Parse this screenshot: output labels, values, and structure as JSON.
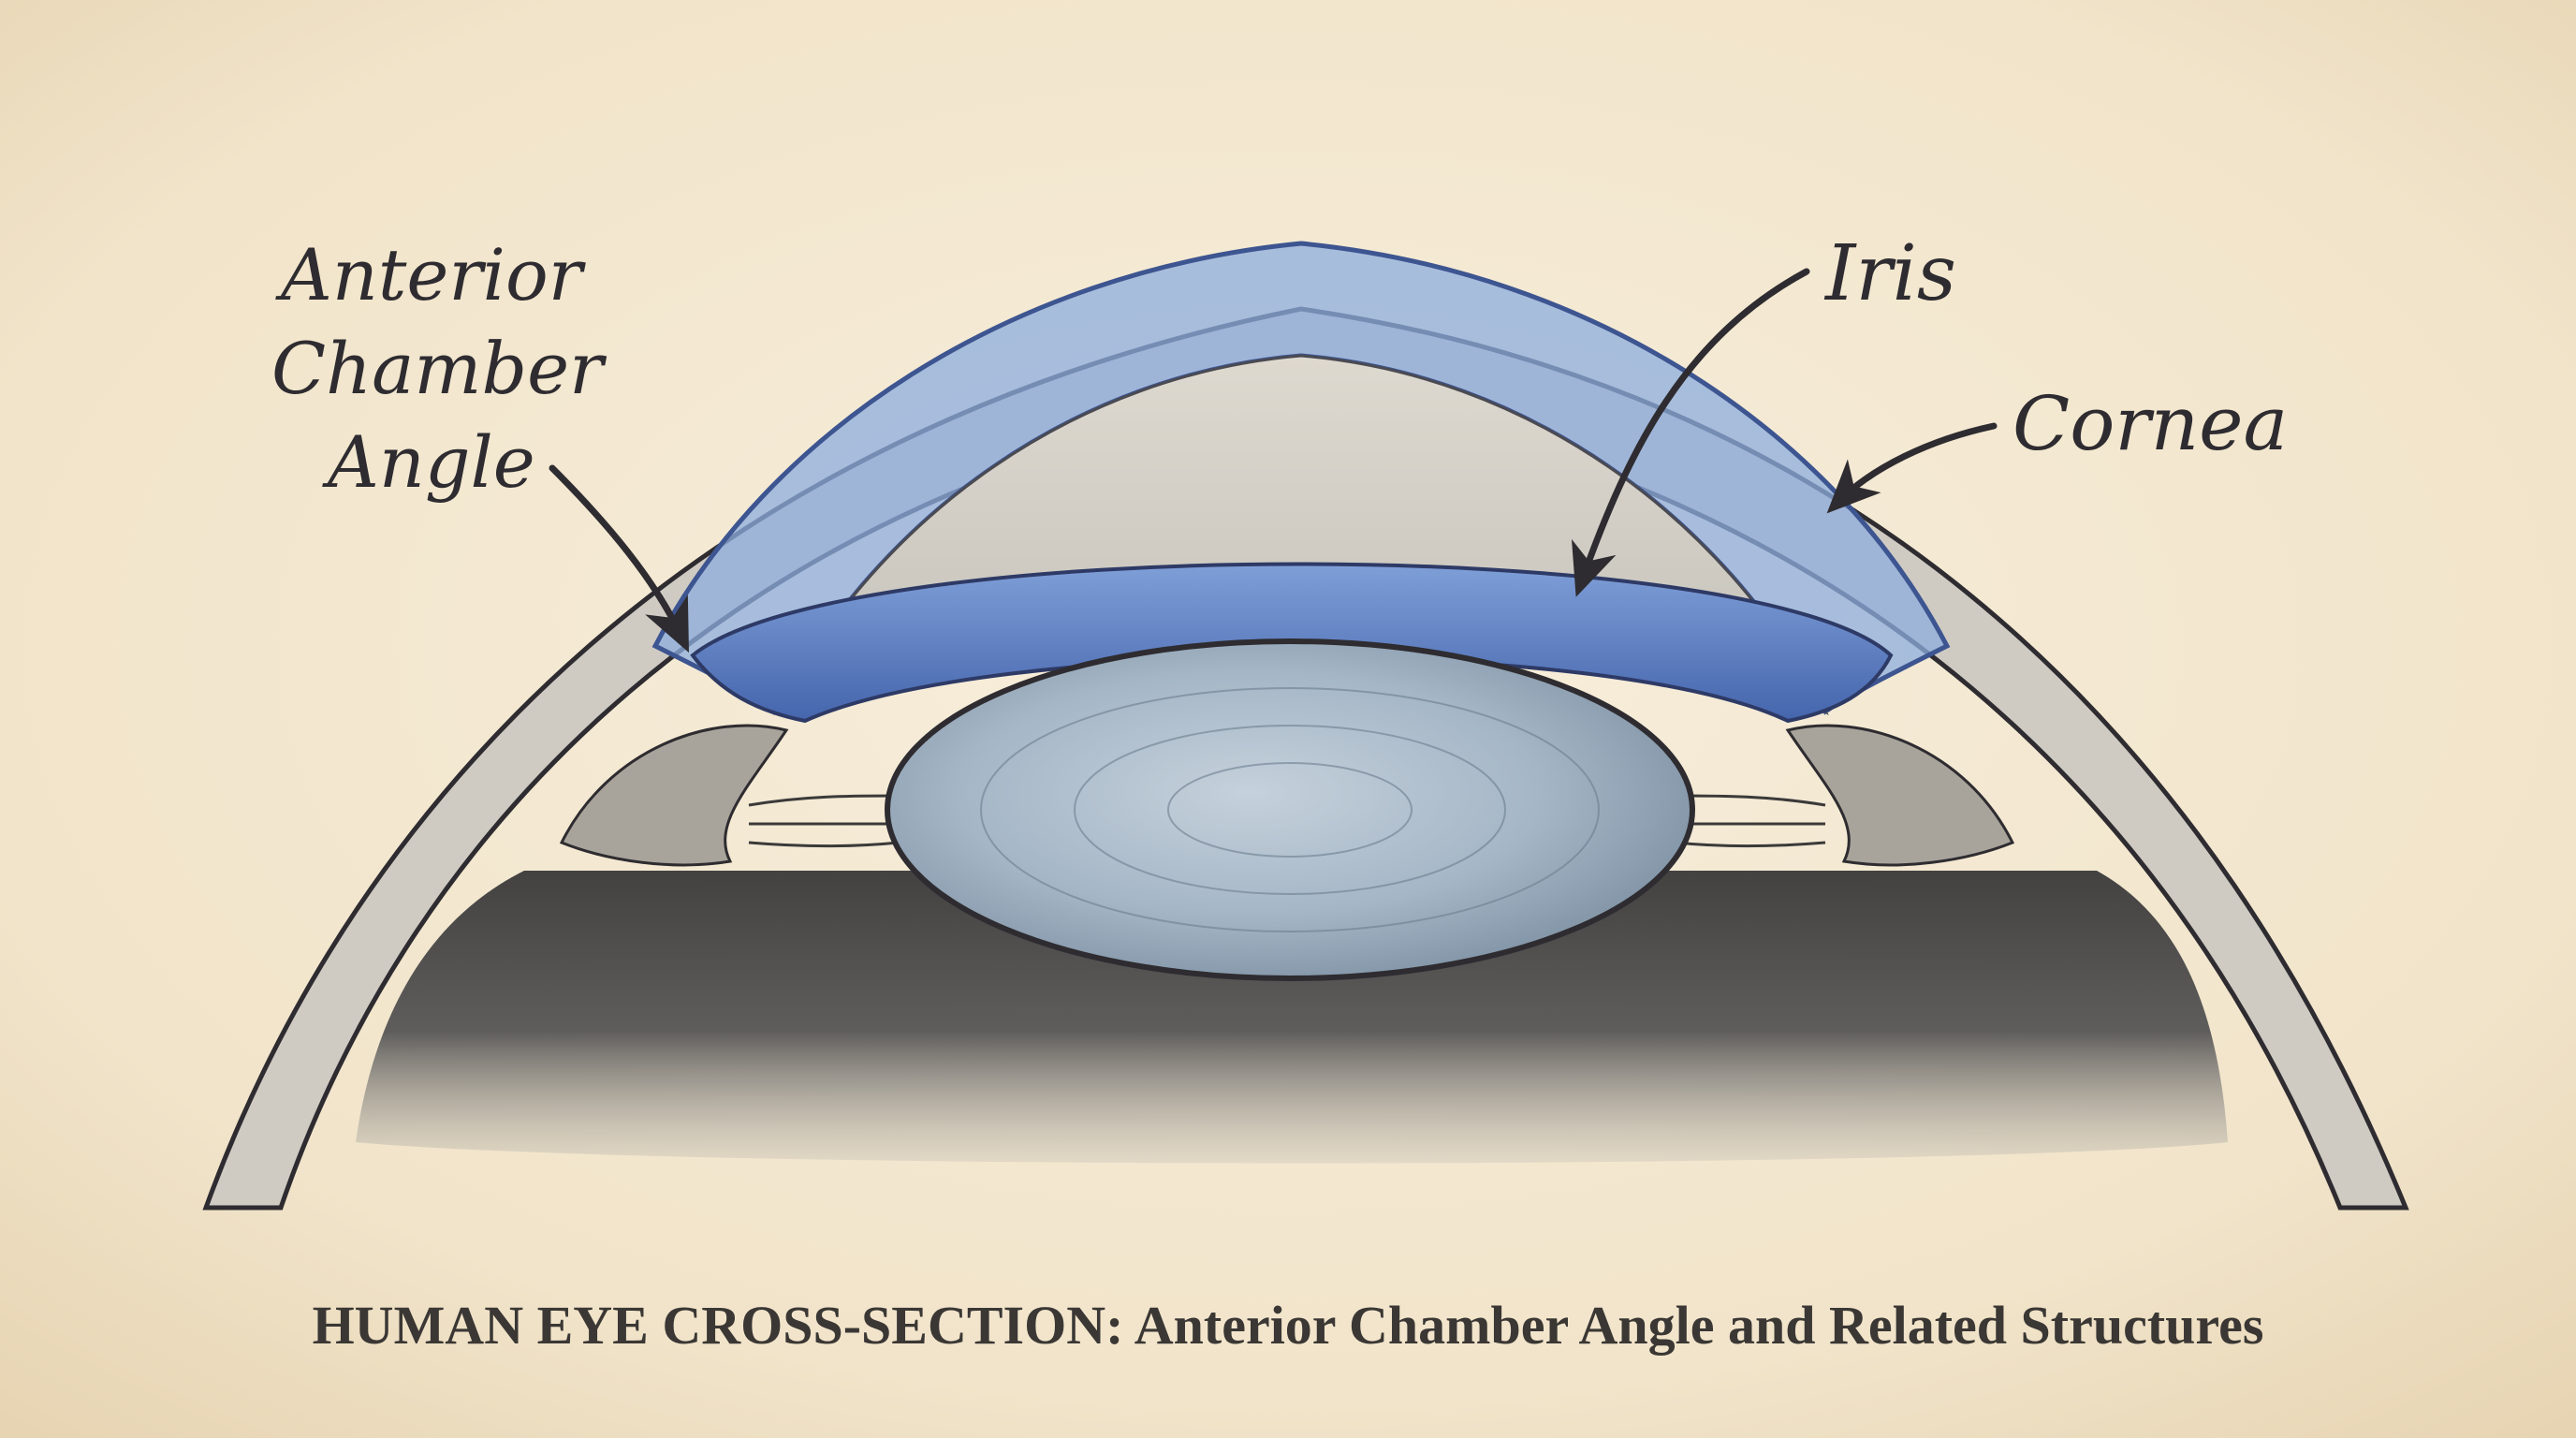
{
  "labels": {
    "anterior_chamber_angle": [
      "Anterior",
      "Chamber",
      "Angle"
    ],
    "iris": "Iris",
    "cornea": "Cornea"
  },
  "caption": "HUMAN EYE CROSS-SECTION: Anterior Chamber Angle and Related Structures",
  "colors": {
    "paper": "#f3e8d2",
    "ink": "#2e2c30",
    "cornea_blue": "#7f9fd8",
    "iris_blue": "#4c6fb8",
    "lens": "#9fb0c0",
    "sclera_gray": "#c9c6c0",
    "dark_interior": "#4b4a4a"
  }
}
